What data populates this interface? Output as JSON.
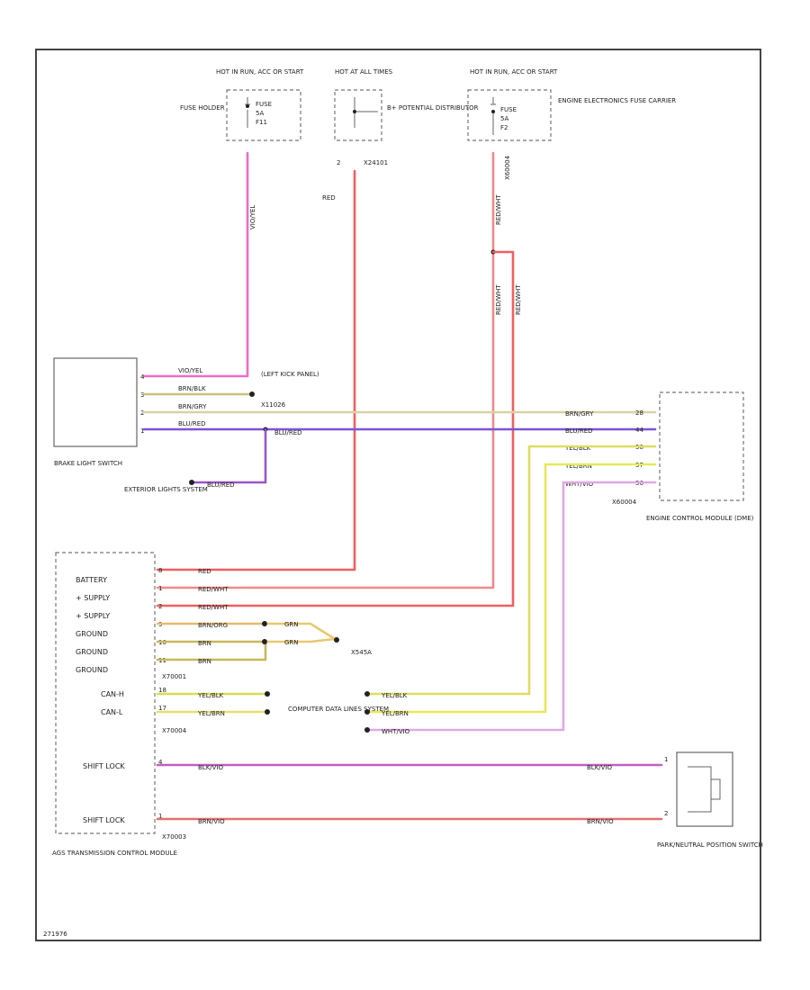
{
  "diagram": {
    "code": "271976",
    "colors": {
      "pink": "#f06bc8",
      "red": "#f06060",
      "olive": "#c8c27a",
      "tan": "#d8d2a0",
      "purple": "#7a55d6",
      "violet": "#9a55c8",
      "yellow": "#e8e85a",
      "lilac": "#e0a8e8",
      "darkred": "#e57070",
      "magenta": "#c060c0"
    },
    "power": {
      "fuse_holder": {
        "hot_label": "HOT IN RUN, ACC OR START",
        "name": "FUSE HOLDER",
        "fuse": "FUSE",
        "amps": "5A",
        "id": "F11"
      },
      "potential_dist": {
        "hot_label": "HOT AT ALL TIMES",
        "name": "B+ POTENTIAL DISTRIBUTOR",
        "pin": "2",
        "connector": "X24101"
      },
      "electronics_fuse": {
        "hot_label": "HOT IN RUN, ACC OR START",
        "name": "ENGINE ELECTRONICS FUSE CARRIER",
        "fuse": "FUSE",
        "amps": "5A",
        "id": "F2"
      }
    },
    "wire_labels": {
      "pink_vert": "VIO/YEL",
      "red_vert": "RED",
      "redwht_vert": "RED/WHT",
      "redwht_vert2": "RED/WHT",
      "rt_conn": "X60004"
    },
    "brake_switch": {
      "name": "BRAKE LIGHT SWITCH",
      "pins": [
        "4",
        "3",
        "2",
        "1"
      ],
      "wires": [
        "VIO/YEL",
        "BRN/BLK",
        "BRN/GRY",
        "BLU/RED"
      ]
    },
    "kick_panel": {
      "name": "(LEFT KICK PANEL)",
      "id": "X11026"
    },
    "exterior": {
      "name": "EXTERIOR LIGHTS SYSTEM",
      "wire": "BLU/RED"
    },
    "branch_wire": "BLU/RED",
    "ecm": {
      "name": "ENGINE CONTROL MODULE (DME)",
      "connector": "X60004",
      "pins": [
        "28",
        "44",
        "58",
        "57",
        "56"
      ],
      "wires": [
        "BRN/GRY",
        "BLU/RED",
        "YEL/BLK",
        "YEL/BRN",
        "WHT/VIO"
      ]
    },
    "tcm": {
      "name": "AGS TRANSMISSION CONTROL MODULE",
      "connectors": [
        "X70001",
        "X70004",
        "X70003"
      ],
      "pins": [
        {
          "label": "BATTERY",
          "pin": "8",
          "wire": "RED"
        },
        {
          "label": "+ SUPPLY",
          "pin": "1",
          "wire": "RED/WHT"
        },
        {
          "label": "+ SUPPLY",
          "pin": "2",
          "wire": "RED/WHT"
        },
        {
          "label": "GROUND",
          "pin": "9",
          "wire": "BRN/ORG"
        },
        {
          "label": "GROUND",
          "pin": "10",
          "wire": "BRN"
        },
        {
          "label": "GROUND",
          "pin": "11",
          "wire": "BRN"
        },
        {
          "label": "CAN-H",
          "pin": "18",
          "wire": "YEL/BLK"
        },
        {
          "label": "CAN-L",
          "pin": "17",
          "wire": "YEL/BRN"
        },
        {
          "label": "SHIFT LOCK",
          "pin": "4",
          "wire": "BLK/VIO"
        },
        {
          "label": "SHIFT LOCK",
          "pin": "1",
          "wire": "BRN/VIO"
        }
      ]
    },
    "ground": {
      "id": "X545A",
      "wires": [
        "GRN",
        "GRN"
      ]
    },
    "data_lines": {
      "name": "COMPUTER DATA LINES SYSTEM",
      "wires": [
        "YEL/BLK",
        "YEL/BRN",
        "WHT/VIO"
      ]
    },
    "park_neutral": {
      "name": "PARK/NEUTRAL POSITION SWITCH",
      "pins": [
        "1",
        "2"
      ],
      "wires": [
        "BLK/VIO",
        "BRN/VIO"
      ]
    }
  }
}
